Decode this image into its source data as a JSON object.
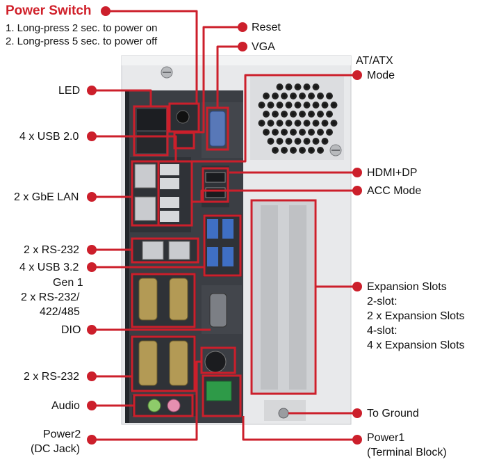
{
  "power_switch": {
    "title": "Power Switch",
    "line1": "1. Long-press 2 sec. to power on",
    "line2": "2. Long-press 5 sec. to power off"
  },
  "labels": {
    "reset": "Reset",
    "vga": "VGA",
    "at_atx_1": "AT/ATX",
    "at_atx_2": "Mode",
    "led": "LED",
    "usb20": "4 x USB 2.0",
    "hdmi_dp": "HDMI+DP",
    "acc_mode": "ACC Mode",
    "gbe_lan": "2 x GbE LAN",
    "rs232_a": "2 x RS-232",
    "usb32_1": "4 x USB 3.2",
    "usb32_2": "Gen 1",
    "rs485_1": "2 x RS-232/",
    "rs485_2": "422/485",
    "dio": "DIO",
    "exp_1": "Expansion Slots",
    "exp_2": "2-slot:",
    "exp_3": "2 x Expansion Slots",
    "exp_4": "4-slot:",
    "exp_5": "4 x Expansion Slots",
    "rs232_b": "2 x RS-232",
    "audio": "Audio",
    "to_ground": "To Ground",
    "power2_1": "Power2",
    "power2_2": "(DC Jack)",
    "power1_1": "Power1",
    "power1_2": "(Terminal Block)"
  },
  "colors": {
    "accent": "#d0202a",
    "chassis": "#e6e7e9",
    "panel": "#3a3d42",
    "frame": "#cc1f2b"
  }
}
